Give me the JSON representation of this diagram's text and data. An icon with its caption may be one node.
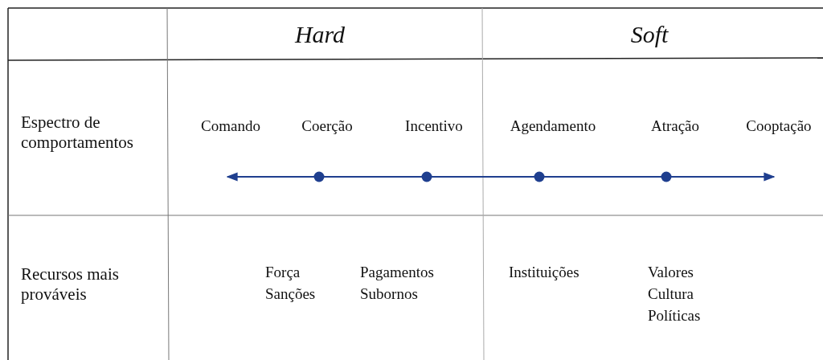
{
  "diagram": {
    "labels": [
      "Hard",
      "Soft",
      "Espectro de comportamentos",
      "Comando",
      "Coerção",
      "Incentivo",
      "Agendamento",
      "Atração",
      "Cooptação",
      "Recursos mais prováveis",
      "Força",
      "Sanções",
      "Pagamentos",
      "Subornos",
      "Instituições",
      "Valores",
      "Cultura",
      "Políticas"
    ]
  }
}
